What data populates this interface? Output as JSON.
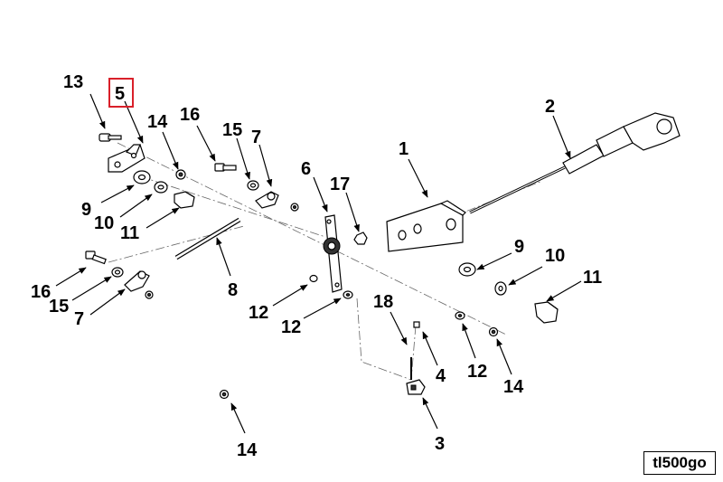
{
  "reference_code": "tl500go",
  "highlighted_part": "5",
  "callouts": [
    {
      "id": "c13a",
      "label": "13"
    },
    {
      "id": "c5",
      "label": "5"
    },
    {
      "id": "c14a",
      "label": "14"
    },
    {
      "id": "c16a",
      "label": "16"
    },
    {
      "id": "c15a",
      "label": "15"
    },
    {
      "id": "c7a",
      "label": "7"
    },
    {
      "id": "c6",
      "label": "6"
    },
    {
      "id": "c17",
      "label": "17"
    },
    {
      "id": "c1",
      "label": "1"
    },
    {
      "id": "c2",
      "label": "2"
    },
    {
      "id": "c9a",
      "label": "9"
    },
    {
      "id": "c10a",
      "label": "10"
    },
    {
      "id": "c11a",
      "label": "11"
    },
    {
      "id": "c8",
      "label": "8"
    },
    {
      "id": "c16b",
      "label": "16"
    },
    {
      "id": "c15b",
      "label": "15"
    },
    {
      "id": "c7b",
      "label": "7"
    },
    {
      "id": "c12a",
      "label": "12"
    },
    {
      "id": "c12b",
      "label": "12"
    },
    {
      "id": "c18",
      "label": "18"
    },
    {
      "id": "c4",
      "label": "4"
    },
    {
      "id": "c12c",
      "label": "12"
    },
    {
      "id": "c14b",
      "label": "14"
    },
    {
      "id": "c9b",
      "label": "9"
    },
    {
      "id": "c10b",
      "label": "10"
    },
    {
      "id": "c11b",
      "label": "11"
    },
    {
      "id": "c14c",
      "label": "14"
    },
    {
      "id": "c3",
      "label": "3"
    }
  ],
  "colors": {
    "highlight": "#d9202a",
    "line": "#000000",
    "background": "#ffffff"
  }
}
